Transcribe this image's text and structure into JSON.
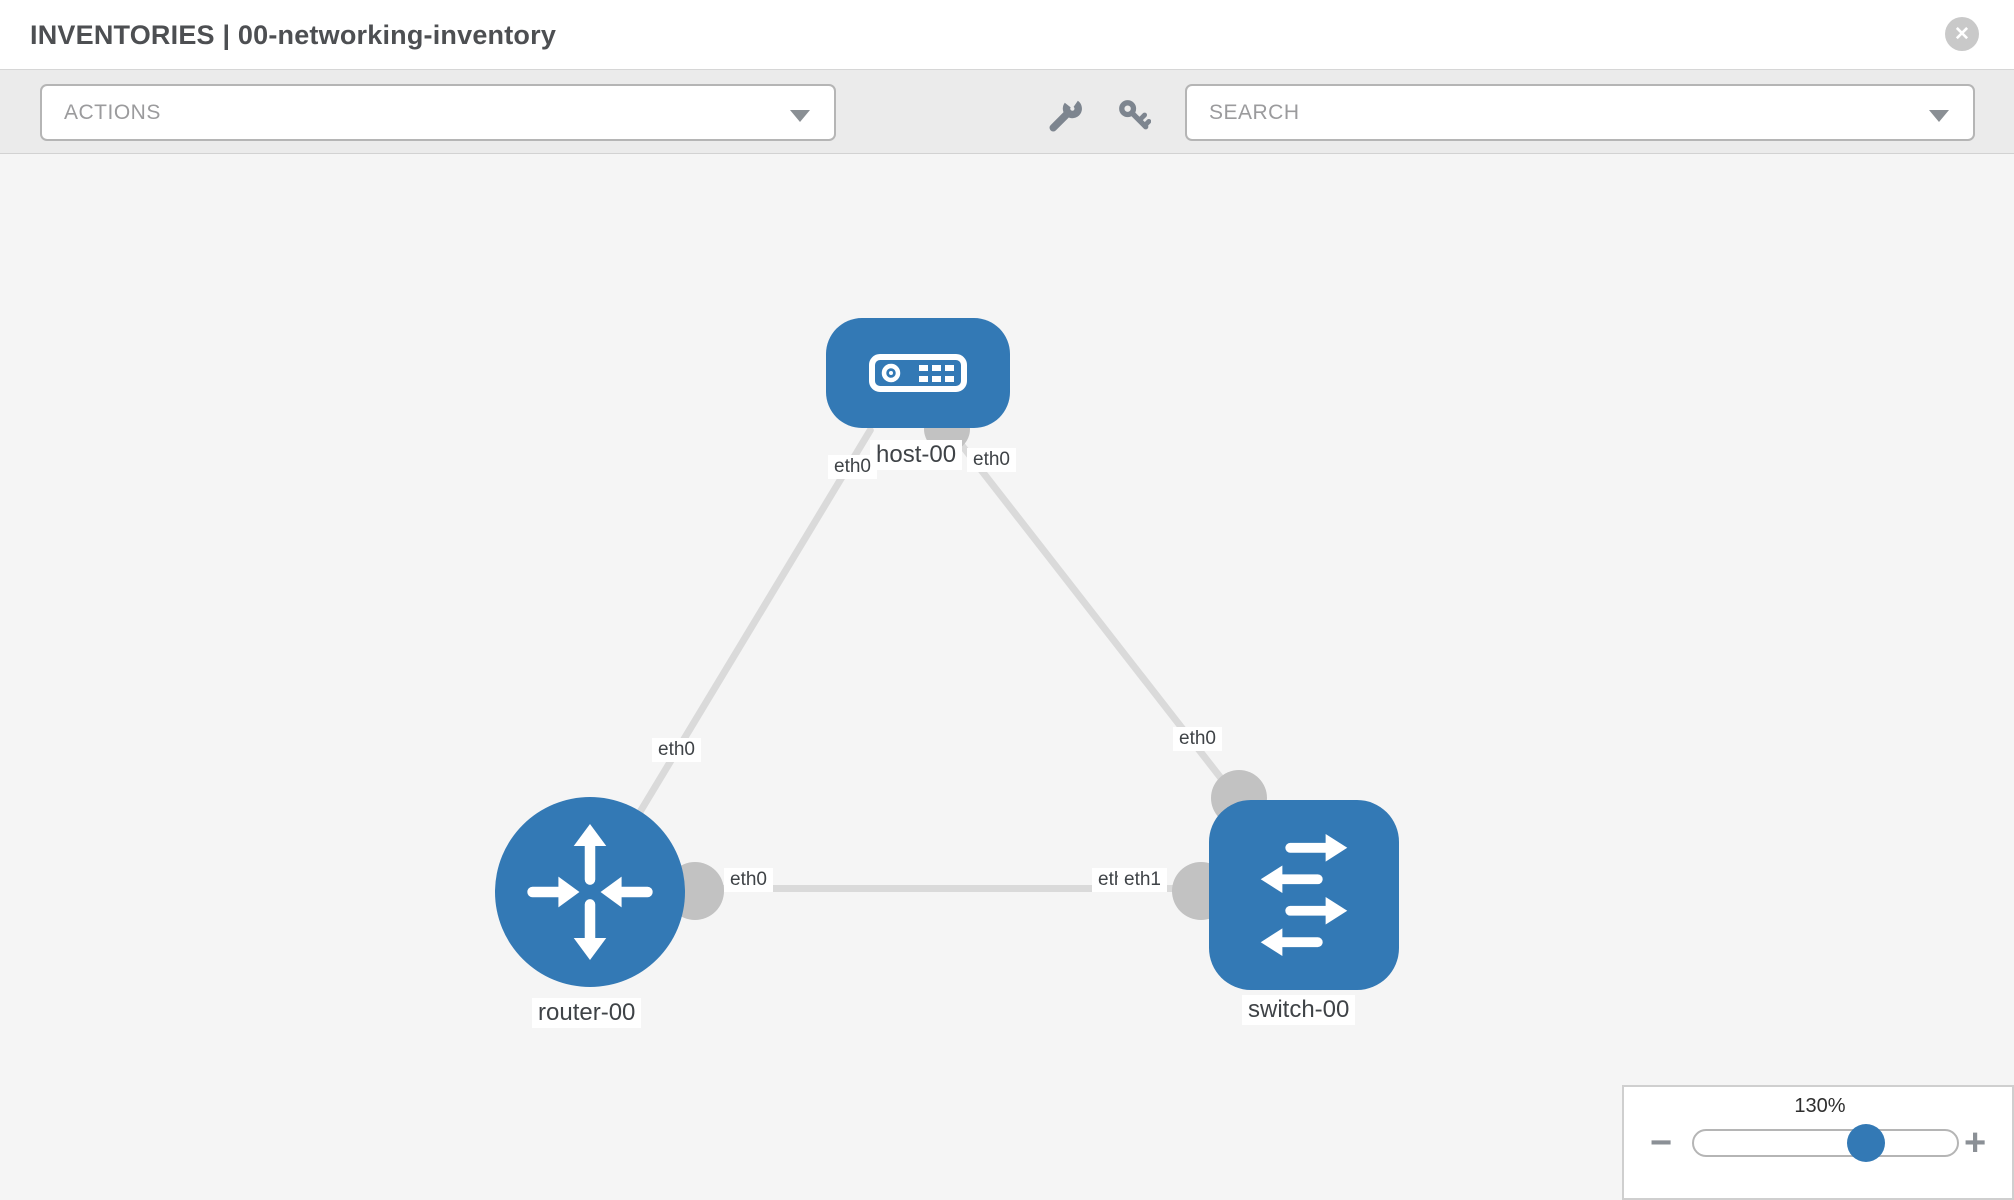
{
  "header": {
    "title": "INVENTORIES | 00-networking-inventory",
    "close_glyph": "✕"
  },
  "toolbar": {
    "actions_label": "ACTIONS",
    "search_label": "SEARCH",
    "icons": [
      {
        "name": "wrench-icon"
      },
      {
        "name": "key-icon"
      }
    ]
  },
  "topology": {
    "nodes": [
      {
        "id": "host-00",
        "type": "host",
        "label": "host-00",
        "icon": "server-icon"
      },
      {
        "id": "router-00",
        "type": "router",
        "label": "router-00",
        "icon": "router-arrows-icon"
      },
      {
        "id": "switch-00",
        "type": "switch",
        "label": "switch-00",
        "icon": "switch-arrows-icon"
      }
    ],
    "links": [
      {
        "from": "router-00",
        "to": "host-00",
        "from_label": "eth0",
        "to_label": "eth0"
      },
      {
        "from": "host-00",
        "to": "switch-00",
        "from_label": "eth0",
        "to_label": "eth0"
      },
      {
        "from": "router-00",
        "to": "switch-00",
        "from_label": "eth0",
        "to_label": "eth1"
      }
    ],
    "interface_labels": {
      "host_left": "eth0",
      "host_right": "eth0",
      "link_router_host_mid": "eth0",
      "link_host_switch_mid": "eth0",
      "link_router_switch_router_end": "eth0",
      "link_router_switch_switch_end_under": "eth0",
      "link_router_switch_switch_end": "eth1"
    }
  },
  "zoom_control": {
    "value": "130%",
    "minus_glyph": "−",
    "plus_glyph": "+"
  },
  "colors": {
    "node_blue": "#3379b5",
    "link_gray": "#dadada",
    "port_gray": "#c2c2c2",
    "toolbar_gray": "#ebebeb"
  }
}
